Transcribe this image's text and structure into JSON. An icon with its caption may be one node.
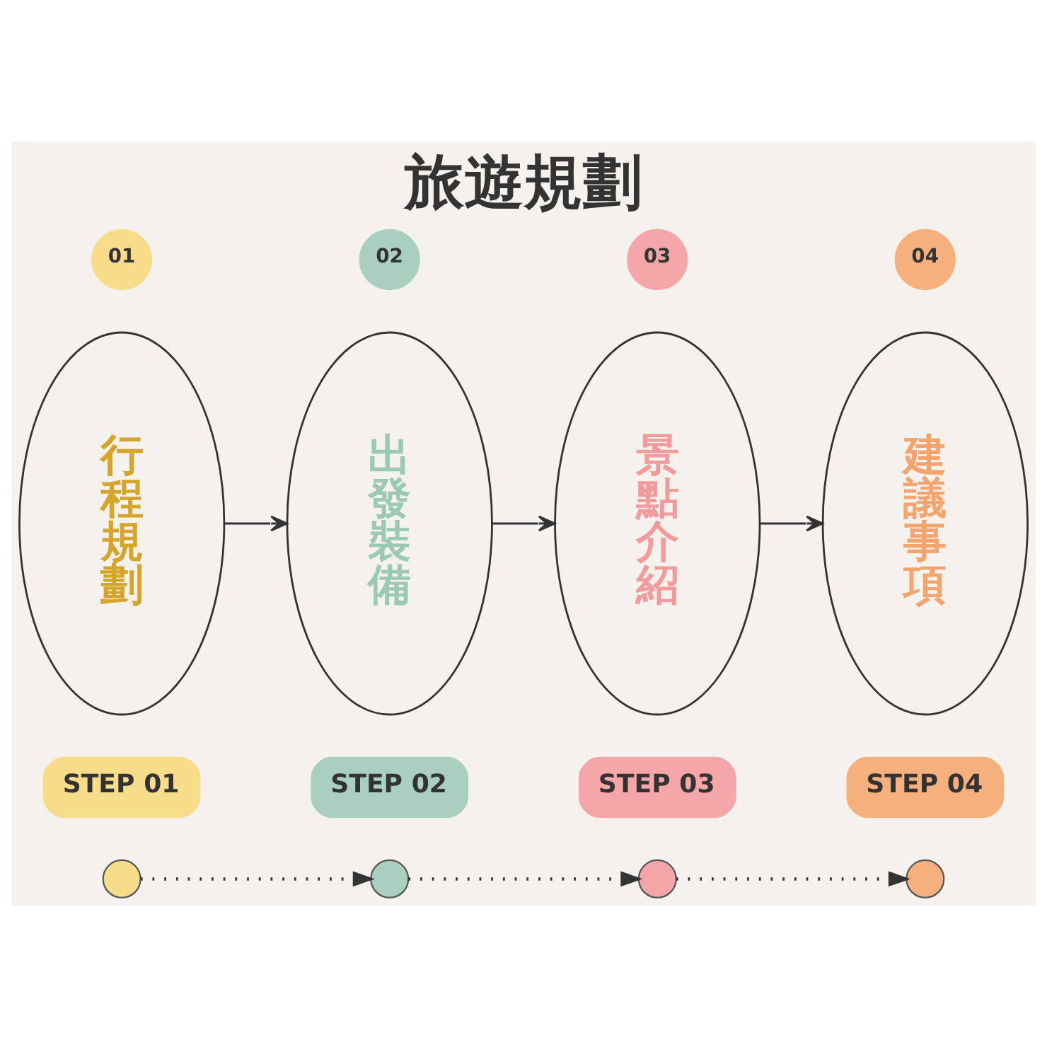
{
  "diagram": {
    "title": "旅遊規劃",
    "nodes": [
      {
        "text": [
          "01"
        ]
      },
      {
        "text": [
          "行程規劃"
        ]
      },
      {
        "text": [
          "02"
        ]
      },
      {
        "text": [
          "出發裝備"
        ]
      },
      {
        "text": [
          "03"
        ]
      },
      {
        "text": [
          "景點介紹"
        ]
      },
      {
        "text": [
          "04"
        ]
      },
      {
        "text": [
          "建議事項"
        ]
      },
      {
        "text": [
          "STEP 01"
        ]
      },
      {
        "text": [
          "STEP 02"
        ]
      },
      {
        "text": [
          "STEP 03"
        ]
      },
      {
        "text": [
          "STEP 04"
        ]
      },
      {
        "text": [],
        "shape": "circle"
      },
      {
        "text": [],
        "shape": "circle"
      },
      {
        "text": [],
        "shape": "circle"
      },
      {
        "text": [],
        "shape": "circle"
      }
    ],
    "edges": [
      {
        "from": 1,
        "to": 3,
        "arrow": "to"
      },
      {
        "from": 3,
        "to": 5,
        "arrow": "to"
      },
      {
        "from": 5,
        "to": 7,
        "arrow": "to"
      },
      {
        "from": 12,
        "to": 13,
        "arrow": "to",
        "style": "dashed"
      },
      {
        "from": 13,
        "to": 14,
        "arrow": "to",
        "style": "dashed"
      },
      {
        "from": 14,
        "to": 15,
        "arrow": "to",
        "style": "dashed"
      }
    ]
  }
}
